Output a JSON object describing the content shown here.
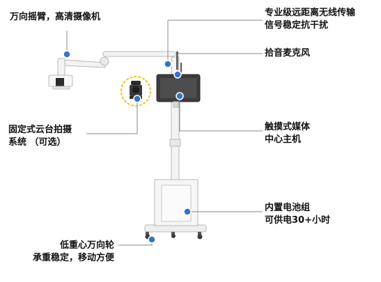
{
  "labels": {
    "arm": [
      "万向摇臂，高清摄像机"
    ],
    "wireless": [
      "专业级远距离无线传输",
      "信号稳定抗干扰"
    ],
    "mic": [
      "拾音麦克风"
    ],
    "ptz": [
      "固定式云台拍摄",
      "系统 （可选）"
    ],
    "host": [
      "触摸式媒体",
      "中心主机"
    ],
    "battery": [
      "内置电池组",
      "可供电30+小时"
    ],
    "wheels": [
      "低重心万向轮",
      "承重稳定，移动方便"
    ]
  },
  "colors": {
    "dot": "#3a72c4",
    "line": "#8a8a8a",
    "highlight_ring": "#f2c21b",
    "device_dark": "#3c3c3c",
    "device_white": "#f3f3f3",
    "device_outline": "#b8b8b8"
  }
}
